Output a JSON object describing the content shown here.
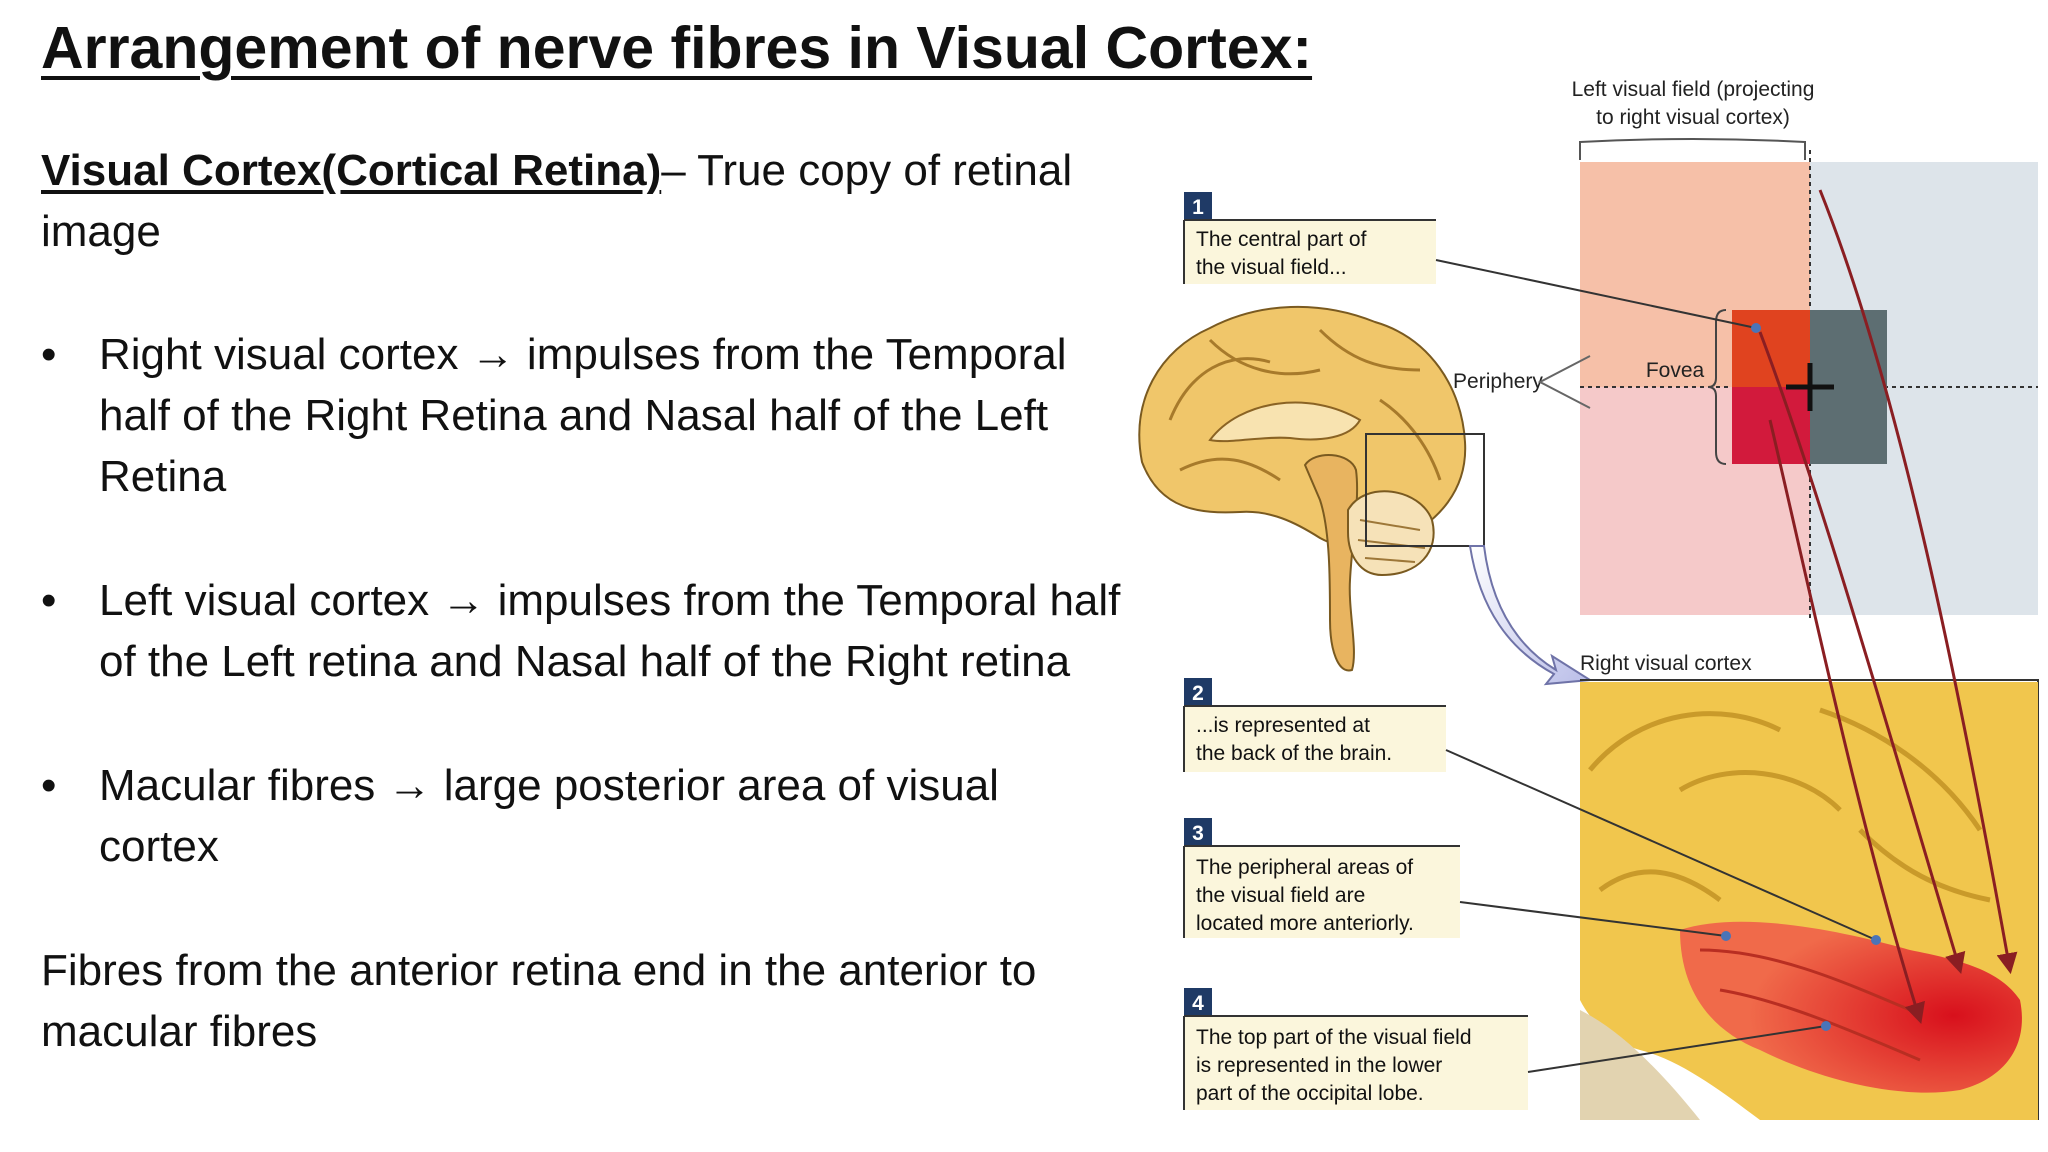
{
  "title": "Arrangement of nerve fibres in Visual Cortex:",
  "subtitle": {
    "label": "Visual Cortex(Cortical Retina)",
    "text": "– True copy of retinal image"
  },
  "bullets": [
    "Right visual cortex → impulses from the Temporal half of the Right Retina and Nasal half of the Left Retina",
    "Left visual cortex → impulses from the Temporal half of the Left retina and Nasal half of the Right retina",
    "Macular fibres → large posterior area of visual cortex"
  ],
  "bullet_glyph": "•",
  "closing": "Fibres from the anterior retina end in the anterior to macular fibres",
  "figure": {
    "field_caption_line1": "Left visual field (projecting",
    "field_caption_line2": "to right visual cortex)",
    "periphery": "Periphery",
    "fovea": "Fovea",
    "cortex_caption": "Right visual cortex",
    "callouts": [
      {
        "num": "1",
        "line1": "The central part of",
        "line2": "the visual field...",
        "line3": ""
      },
      {
        "num": "2",
        "line1": "...is represented at",
        "line2": "the back of the brain.",
        "line3": ""
      },
      {
        "num": "3",
        "line1": "The peripheral areas of",
        "line2": "the visual field are",
        "line3": "located more anteriorly."
      },
      {
        "num": "4",
        "line1": "The top part of the visual field",
        "line2": "is represented in the lower",
        "line3": "part of the occipital lobe."
      }
    ]
  },
  "colors": {
    "callout_number_bg": "#1f3a66",
    "callout_box_bg": "#fbf6dc",
    "upper_field": "#f6c0a8",
    "lower_field": "#f5c9c9",
    "right_field": "#dde4ea",
    "fovea_upper": "#e0431f",
    "fovea_lower": "#d21a3c",
    "fovea_right": "#5d6e72",
    "cortex_yellow": "#f1c64d",
    "cortex_red": "#e23a2e",
    "brain": "#f0c66a"
  }
}
